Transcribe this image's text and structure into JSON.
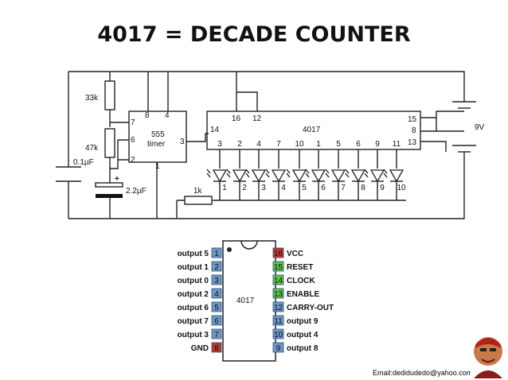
{
  "title": "4017 = DECADE COUNTER",
  "circuit": {
    "r1": "33k",
    "r2": "47k",
    "c1": "0.1µF",
    "c2": "2.2µF",
    "plus": "+",
    "r3": "1k",
    "battery": "9V",
    "timer_name": "555",
    "timer_sub": "timer",
    "timer_pins": [
      "8",
      "4",
      "7",
      "6",
      "2",
      "3",
      "1"
    ],
    "counter_name": "4017",
    "counter_top_pins": [
      "16",
      "12"
    ],
    "counter_left_pin": "14",
    "counter_right_pins": [
      "15",
      "8",
      "13"
    ],
    "counter_bottom_pins": [
      "3",
      "2",
      "4",
      "7",
      "10",
      "1",
      "5",
      "6",
      "9",
      "11"
    ],
    "led_labels": [
      "1",
      "2",
      "3",
      "4",
      "5",
      "6",
      "7",
      "8",
      "9",
      "10"
    ]
  },
  "pinout": {
    "chip_label": "4017",
    "left": [
      {
        "name": "output 5",
        "pin": "1",
        "color": "#6f97c8"
      },
      {
        "name": "output 1",
        "pin": "2",
        "color": "#6f97c8"
      },
      {
        "name": "output 0",
        "pin": "3",
        "color": "#6f97c8"
      },
      {
        "name": "output 2",
        "pin": "4",
        "color": "#6f97c8"
      },
      {
        "name": "output 6",
        "pin": "5",
        "color": "#6f97c8"
      },
      {
        "name": "output 7",
        "pin": "6",
        "color": "#6f97c8"
      },
      {
        "name": "output 3",
        "pin": "7",
        "color": "#6f97c8"
      },
      {
        "name": "GND",
        "pin": "8",
        "color": "#c0392b"
      }
    ],
    "right": [
      {
        "name": "VCC",
        "pin": "16",
        "color": "#c0392b"
      },
      {
        "name": "RESET",
        "pin": "15",
        "color": "#5fc24a"
      },
      {
        "name": "CLOCK",
        "pin": "14",
        "color": "#5fc24a"
      },
      {
        "name": "ENABLE",
        "pin": "13",
        "color": "#5fc24a"
      },
      {
        "name": "CARRY-OUT",
        "pin": "12",
        "color": "#6f97c8"
      },
      {
        "name": "output 9",
        "pin": "11",
        "color": "#6f97c8"
      },
      {
        "name": "output 4",
        "pin": "10",
        "color": "#6f97c8"
      },
      {
        "name": "output 8",
        "pin": "9",
        "color": "#6f97c8"
      }
    ]
  },
  "email": "Email:dedidudedo@yahoo.com"
}
